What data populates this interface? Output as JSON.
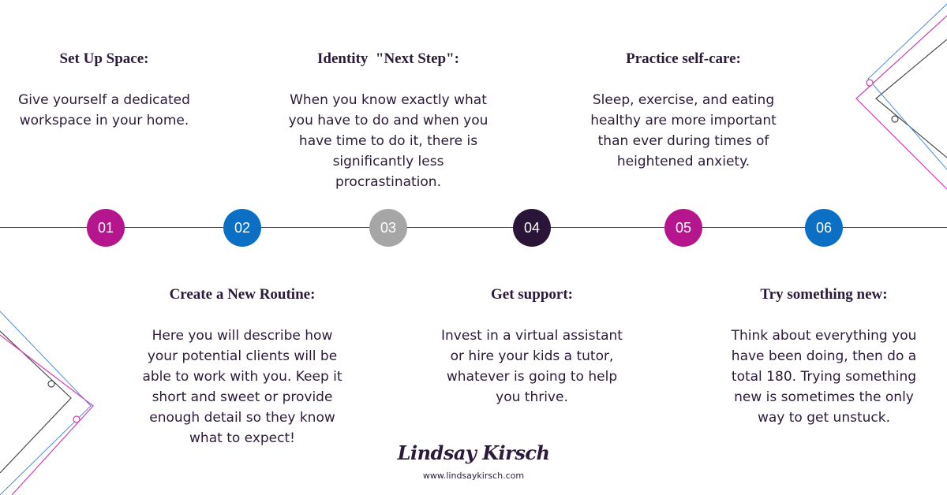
{
  "steps": [
    {
      "number": "01",
      "title": "Set Up Space:",
      "description": "Give yourself a dedicated workspace in your home.",
      "color": "#b5168e"
    },
    {
      "number": "02",
      "title": "Create a New Routine:",
      "description": "Here you will describe how your potential clients will be able to work with you. Keep it short and sweet or provide enough detail so they know what to expect!",
      "color": "#0b6fc4"
    },
    {
      "number": "03",
      "title": "Identity  \"Next Step\":",
      "description": "When you know exactly what you have to do and when you have time to do it, there is significantly less procrastination.",
      "color": "#a6a6a6"
    },
    {
      "number": "04",
      "title": "Get support:",
      "description": "Invest in a virtual assistant or hire your kids a tutor, whatever is going to help you thrive.",
      "color": "#2a1538"
    },
    {
      "number": "05",
      "title": "Practice self-care:",
      "description": "Sleep, exercise, and eating healthy are more important than ever during times of heightened anxiety.",
      "color": "#b5168e"
    },
    {
      "number": "06",
      "title": "Try something new:",
      "description": "Think about everything you have been doing, then do a total 180. Trying something new is sometimes the only way to get unstuck.",
      "color": "#0b6fc4"
    }
  ],
  "footer": {
    "signature": "Lindsay Kirsch",
    "website": "www.lindsaykirsch.com"
  },
  "colors": {
    "magenta": "#b5168e",
    "blue": "#0b6fc4",
    "gray": "#a6a6a6",
    "dark": "#2a1538",
    "text": "#2b1a3a"
  }
}
